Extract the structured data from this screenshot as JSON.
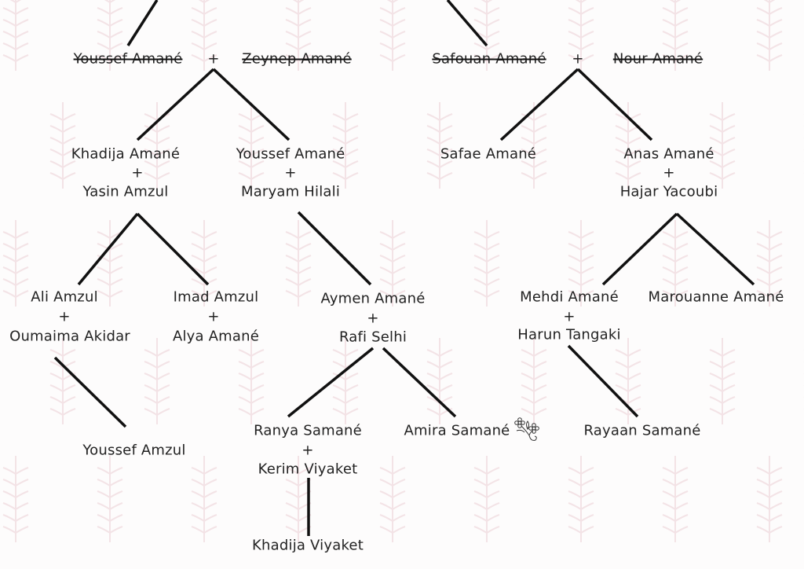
{
  "colors": {
    "text": "#222222",
    "line": "#111111",
    "pattern": "#f3e3e6"
  },
  "generation1": {
    "left": {
      "partner1": "Youssef Amané",
      "plus": "+",
      "partner2": "Zeynep Amané"
    },
    "right": {
      "partner1": "Safouan Amané",
      "plus": "+",
      "partner2": "Nour Amané"
    }
  },
  "generation2": {
    "khadija": {
      "name": "Khadija Amané",
      "plus": "+",
      "spouse": "Yasin Amzul"
    },
    "youssef": {
      "name": "Youssef Amané",
      "plus": "+",
      "spouse": "Maryam Hilali"
    },
    "safae": {
      "name": "Safae Amané"
    },
    "anas": {
      "name": "Anas Amané",
      "plus": "+",
      "spouse": "Hajar Yacoubi"
    }
  },
  "generation3": {
    "ali": {
      "name": "Ali Amzul",
      "plus": "+",
      "spouse": "Oumaima Akidar"
    },
    "imad": {
      "name": "Imad Amzul",
      "plus": "+",
      "spouse": "Alya Amané"
    },
    "aymen": {
      "name": "Aymen Amané",
      "plus": "+",
      "spouse": "Rafi Selhi"
    },
    "mehdi": {
      "name": "Mehdi Amané",
      "plus": "+",
      "spouse": "Harun Tangaki"
    },
    "marouanne": {
      "name": "Marouanne Amané"
    }
  },
  "generation4": {
    "youssef_amzul": {
      "name": "Youssef Amzul"
    },
    "ranya": {
      "name": "Ranya Samané",
      "plus": "+",
      "spouse": "Kerim Viyaket"
    },
    "amira": {
      "name": "Amira Samané",
      "icon": "flower-icon"
    },
    "rayaan": {
      "name": "Rayaan Samané"
    }
  },
  "generation5": {
    "khadija_viyaket": {
      "name": "Khadija Viyaket"
    }
  }
}
